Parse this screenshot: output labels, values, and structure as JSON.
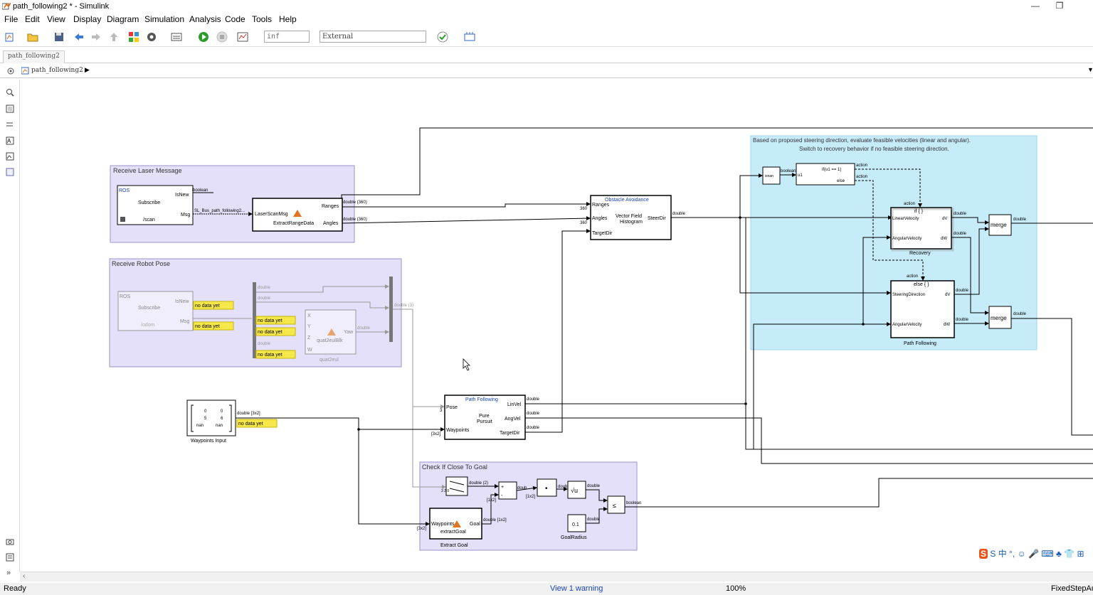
{
  "window": {
    "title": "path_following2 * - Simulink",
    "minimize": "—",
    "restore": "❐"
  },
  "menu": [
    "File",
    "Edit",
    "View",
    "Display",
    "Diagram",
    "Simulation",
    "Analysis",
    "Code",
    "Tools",
    "Help"
  ],
  "toolbar": {
    "stop_time": "inf",
    "sim_mode": "External"
  },
  "tab": {
    "label": "path_following2"
  },
  "breadcrumb": {
    "model": "path_following2"
  },
  "status": {
    "left": "Ready",
    "warning": "View 1 warning",
    "zoom": "100%",
    "solver": "FixedStepAuto"
  },
  "diagram": {
    "areas": {
      "laser": "Receive Laser Message",
      "pose": "Receive Robot Pose",
      "goal": "Check If Close To Goal",
      "recovery_note_1": "Based on proposed steering direction, evaluate feasible velocities (linear and angular).",
      "recovery_note_2": "Switch to recovery behavior if no feasible steering direction."
    },
    "ros_sub1": {
      "tag": "ROS",
      "name": "Subscribe",
      "isnew": "IsNew",
      "msg": "Msg",
      "topic": "/scan"
    },
    "sig_boolean": "boolean",
    "sig_bus": "SL_Bus_path_following2...",
    "extract": {
      "in": "LaserScanMsg",
      "out1": "Ranges",
      "out2": "Angles",
      "name": "ExtractRangeData"
    },
    "sig_double360_a": "double (360)",
    "sig_double360_b": "double (360)",
    "obstacle": {
      "title": "Obstacle Avoidance",
      "in1": "Ranges",
      "in2": "Angles",
      "in3": "TargetDir",
      "body1": "Vector Field",
      "body2": "Histogram",
      "out": "SteerDir",
      "dim1": "360",
      "dim2": "360"
    },
    "sig_double": "double",
    "ros_sub2": {
      "tag": "ROS",
      "name": "Subscribe",
      "isnew": "IsNew",
      "msg": "Msg",
      "topic": "/odom"
    },
    "no_data": "no data yet",
    "quat": {
      "inX": "X",
      "inY": "Y",
      "inZ": "Z",
      "inW": "W",
      "out": "Yaw",
      "name": "quat2eulBlk",
      "label": "quat2eul"
    },
    "sig_double3": "double (3)",
    "waypoints": {
      "r1c1": "0",
      "r1c2": "0",
      "r2c1": "5",
      "r2c2": "6",
      "r3c1": "nan",
      "r3c2": "nan",
      "label": "Waypoints Input",
      "sig": "double [3x2]"
    },
    "pathfollow": {
      "title": "Path Following",
      "in1": "Pose",
      "in2": "Waypoints",
      "body1": "Pure",
      "body2": "Pursuit",
      "out1": "LinVel",
      "out2": "AngVel",
      "out3": "TargetDir",
      "dim1": "3",
      "dim2": "[3x2]"
    },
    "goal": {
      "sig2": "double (2)",
      "dim": "[1x2]",
      "sig12": "double [1x2]",
      "extract_in": "Waypoints",
      "extract_out": "Goal",
      "extract_name": "extractGoal",
      "extract_label": "Extract Goal",
      "radius": "0.1",
      "radius_label": "GoalRadius",
      "dim32": "[3x2]",
      "plus": "+",
      "minus": "-",
      "times": "•",
      "sqrt": "√u",
      "le": "≤",
      "mux_dims": "3 2 0",
      "sig_d": "doub"
    },
    "recovery": {
      "isnan": "isnan",
      "ifcond": "if(u1 == 1)",
      "u1": "u1",
      "else": "else",
      "action": "action",
      "rec_title": "if { }",
      "rec_in1": "LinearVelocity",
      "rec_in2": "AngularVelocity",
      "rec_out1": "dV",
      "rec_out2": "dW",
      "rec_label": "Recovery",
      "pf_title": "else { }",
      "pf_in1": "SteeringDirection",
      "pf_in2": "AngularVelocity",
      "pf_out1": "dV",
      "pf_out2": "dW",
      "pf_label": "Path Following",
      "merge": "merge"
    }
  },
  "ime": {
    "text": "S 中 °, ☺ 🎤 ⌨ ♣ 👕 ⊞"
  }
}
